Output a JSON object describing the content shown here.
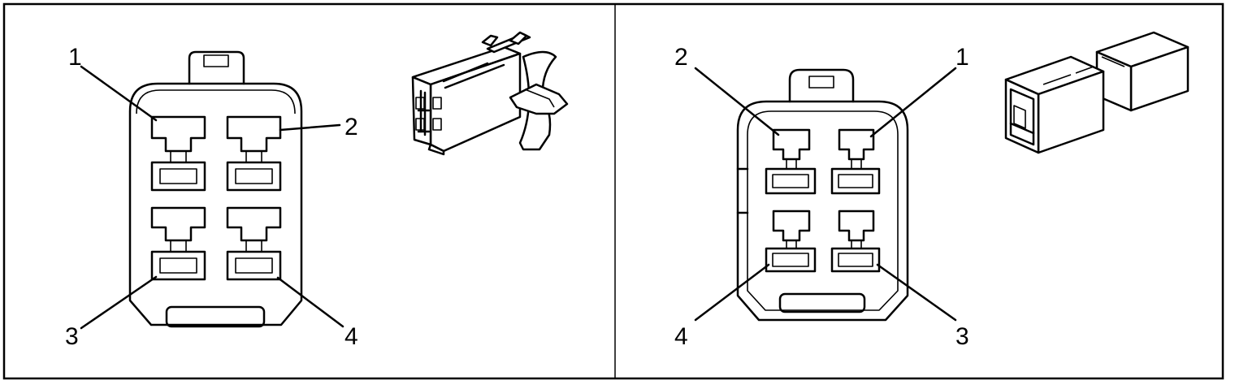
{
  "left_view": {
    "pin_labels": [
      "1",
      "2",
      "3",
      "4"
    ]
  },
  "right_view": {
    "pin_labels": [
      "2",
      "1",
      "4",
      "3"
    ]
  }
}
